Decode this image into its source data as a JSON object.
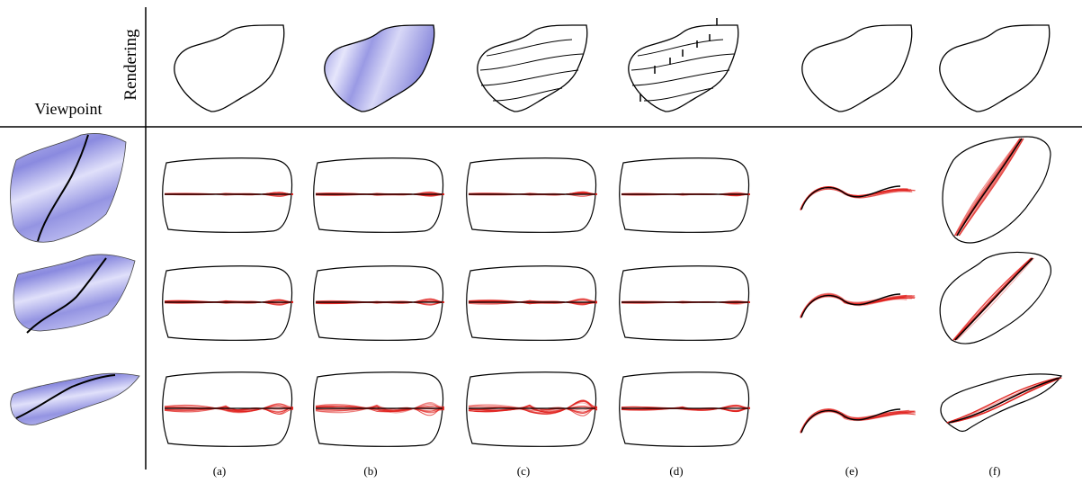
{
  "header": {
    "rendering_label": "Rendering",
    "viewpoint_label": "Viewpoint"
  },
  "columns": [
    "(a)",
    "(b)",
    "(c)",
    "(d)",
    "(e)",
    "(f)"
  ],
  "rendering_styles": [
    "outline",
    "shaded",
    "outline-with-isolines",
    "outline-with-isolines-and-ticks",
    "outline",
    "outline"
  ],
  "viewpoints": [
    {
      "row": 1,
      "wiggle": 0.15
    },
    {
      "row": 2,
      "wiggle": 0.3
    },
    {
      "row": 3,
      "wiggle": 0.9
    }
  ],
  "colors": {
    "stroke": "#000000",
    "trace": "#e0201c",
    "surface_light": "#d9d9f6",
    "surface_dark": "#7f7fd6"
  }
}
